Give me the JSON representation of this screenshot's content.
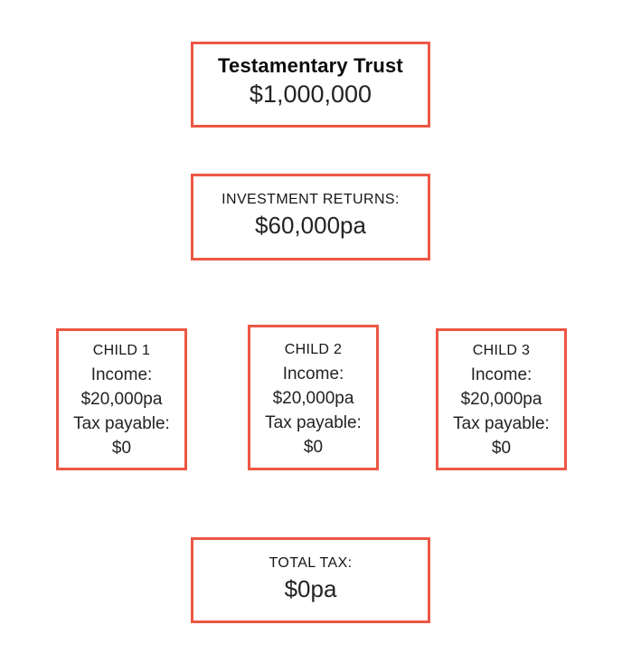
{
  "page": {
    "colors": {
      "accent": "#ED5745",
      "background": "#FFFFFF",
      "text": "#111111"
    }
  },
  "trust_box": {
    "title": "Testamentary Trust",
    "value": "$1,000,000"
  },
  "returns_box": {
    "label": "INVESTMENT RETURNS:",
    "value": "$60,000pa"
  },
  "children": [
    {
      "name": "CHILD 1",
      "income_label": "Income:",
      "income_value": "$20,000pa",
      "tax_label": "Tax payable:",
      "tax_value": "$0"
    },
    {
      "name": "CHILD 2",
      "income_label": "Income:",
      "income_value": "$20,000pa",
      "tax_label": "Tax payable:",
      "tax_value": "$0"
    },
    {
      "name": "CHILD 3",
      "income_label": "Income:",
      "income_value": "$20,000pa",
      "tax_label": "Tax payable:",
      "tax_value": "$0"
    }
  ],
  "total_box": {
    "label": "TOTAL TAX:",
    "value": "$0pa"
  }
}
